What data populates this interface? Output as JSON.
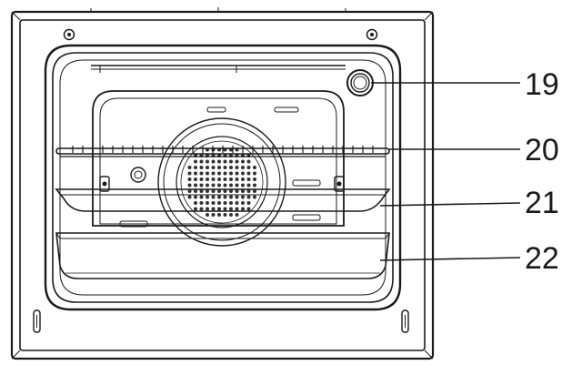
{
  "callouts": [
    {
      "id": "19",
      "label": "19"
    },
    {
      "id": "20",
      "label": "20"
    },
    {
      "id": "21",
      "label": "21"
    },
    {
      "id": "22",
      "label": "22"
    }
  ],
  "colors": {
    "line": "#1a1a1a",
    "background": "#ffffff",
    "cavity": "#ffffff",
    "fan_grille_dots": "#333333"
  }
}
